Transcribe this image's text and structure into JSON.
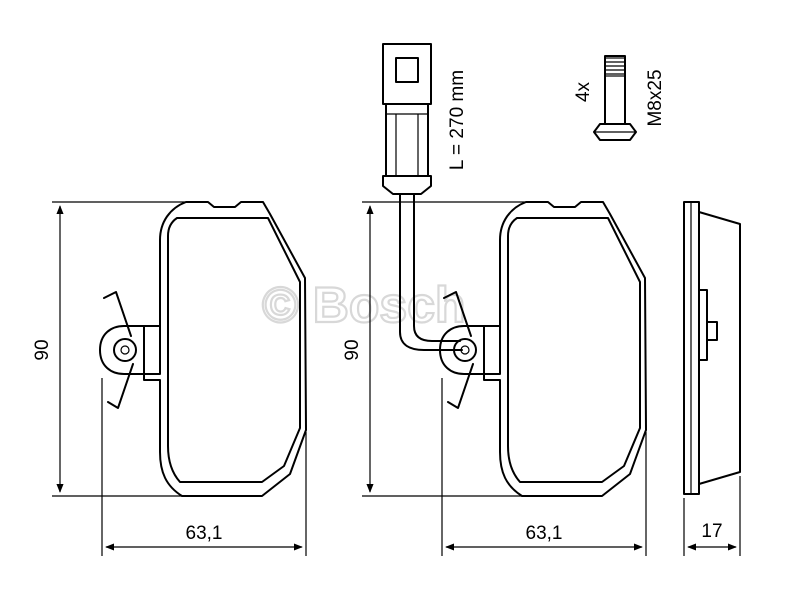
{
  "dimensions": {
    "left_height": "90",
    "left_width": "63,1",
    "middle_height": "90",
    "middle_width": "63,1",
    "thickness": "17"
  },
  "sensor_wire": {
    "length_label": "L = 270 mm"
  },
  "bolt": {
    "quantity_label": "4x",
    "size_label": "M8x25"
  },
  "watermark": "© Bosch"
}
